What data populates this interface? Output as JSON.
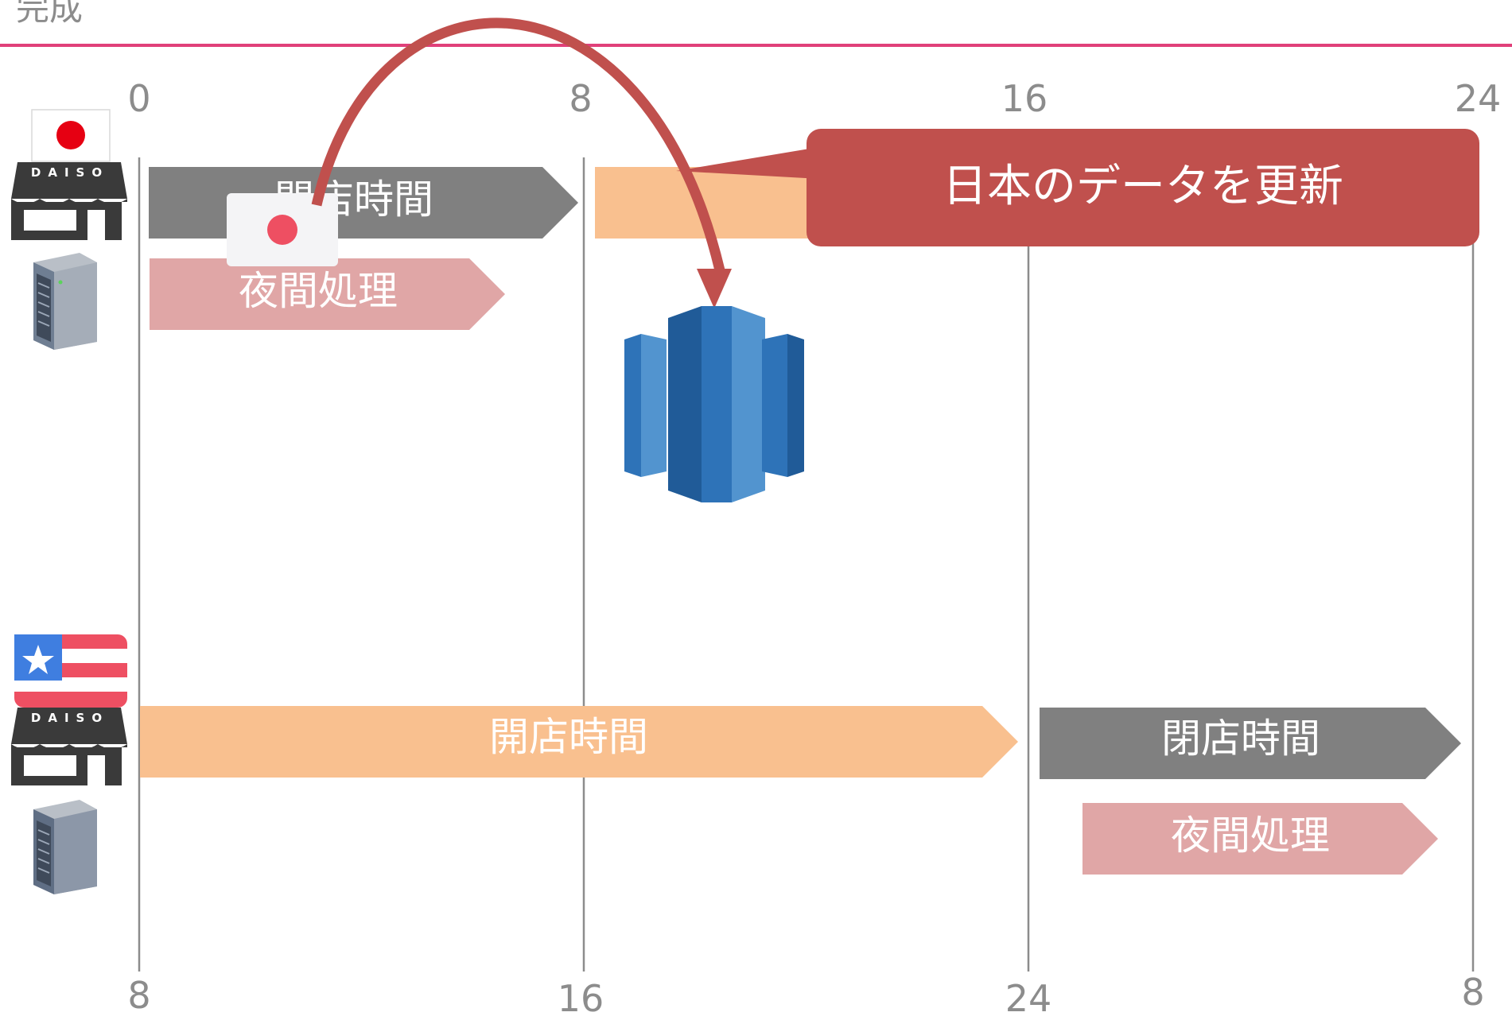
{
  "header": {
    "partial_title": "完成",
    "accent_color": "#e0407a"
  },
  "top_axis": {
    "ticks": [
      "0",
      "8",
      "16",
      "24"
    ]
  },
  "bottom_axis": {
    "ticks": [
      "8",
      "16",
      "24",
      "8"
    ]
  },
  "japan_row": {
    "store_sign": "DAISO",
    "open_hours_label": "開店時間",
    "nightly_label": "夜間処理"
  },
  "us_row": {
    "store_sign": "DAISO",
    "open_hours_label": "開店時間",
    "open_hours_label_2": "閉店時間",
    "nightly_label": "夜間処理"
  },
  "callout": {
    "text": "日本のデータを更新",
    "color": "#c0504d"
  },
  "colors": {
    "gray_bar": "#808080",
    "peach_bar": "#f9c08f",
    "pink_bar": "#e0a6a6",
    "gridline": "#8c8c8c",
    "arrow": "#c0504d",
    "database_blue": "#2e73b8"
  },
  "icons": [
    "japan-flag-icon",
    "store-icon",
    "server-icon",
    "us-flag-icon",
    "database-icon"
  ]
}
